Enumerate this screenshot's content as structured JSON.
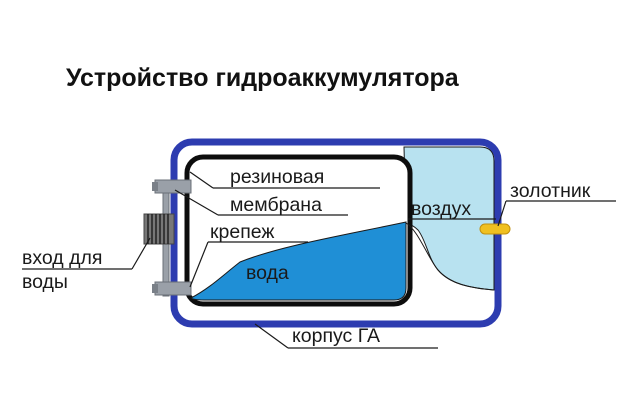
{
  "title": "Устройство гидроаккумулятора",
  "labels": {
    "membrane_line1": "резиновая",
    "membrane_line2": "мембрана",
    "fastener": "крепеж",
    "water": "вода",
    "air": "воздух",
    "valve": "золотник",
    "water_inlet_line1": "вход для",
    "water_inlet_line2": "воды",
    "housing": "корпус ГА"
  },
  "colors": {
    "housing_border": "#2d3cb0",
    "membrane_border": "#0d0d0d",
    "water": "#1f8fd6",
    "air": "#b8e2f0",
    "valve": "#f0c020",
    "flange": "#9aa0a8",
    "inlet": "#555555"
  }
}
